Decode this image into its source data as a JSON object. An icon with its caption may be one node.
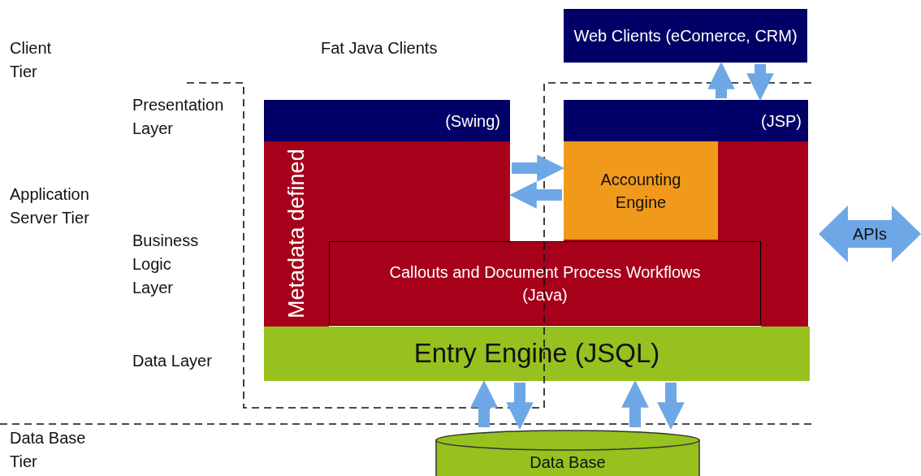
{
  "diagram": {
    "nodes": [
      {
        "text": [
          "Web Clients (eComerce, CRM)"
        ]
      },
      {
        "text": [
          "(Swing)"
        ]
      },
      {
        "text": [
          "Metadata defined"
        ]
      },
      {
        "text": [
          "(JSP)"
        ]
      },
      {
        "text": [],
        "shape": "box"
      },
      {
        "text": [
          "Accounting Engine"
        ],
        "in": 4
      },
      {
        "text": [
          "Callouts and Document Process Workflows (Java)"
        ]
      },
      {
        "text": [
          "Entry Engine (JSQL)"
        ]
      },
      {
        "text": [
          "Data Base"
        ]
      },
      {
        "text": [
          "APIs"
        ]
      }
    ],
    "edges": [
      {
        "from": 3,
        "to": 0,
        "arrow": "to"
      },
      {
        "from": 0,
        "to": 3,
        "arrow": "to"
      },
      {
        "from": 2,
        "to": 5,
        "arrow": "to"
      },
      {
        "from": 5,
        "to": 2,
        "arrow": "to"
      },
      {
        "from": 8,
        "to": 7,
        "arrow": "to"
      },
      {
        "from": 7,
        "to": 8,
        "arrow": "to"
      },
      {
        "from": 8,
        "to": 7,
        "arrow": "to"
      },
      {
        "from": 7,
        "to": 8,
        "arrow": "to"
      }
    ],
    "labels": [
      "Client Tier",
      "Fat Java Clients",
      "Presentation Layer",
      "Application Server Tier",
      "Business Logic Layer",
      "Data Layer",
      "Data Base Tier"
    ]
  }
}
